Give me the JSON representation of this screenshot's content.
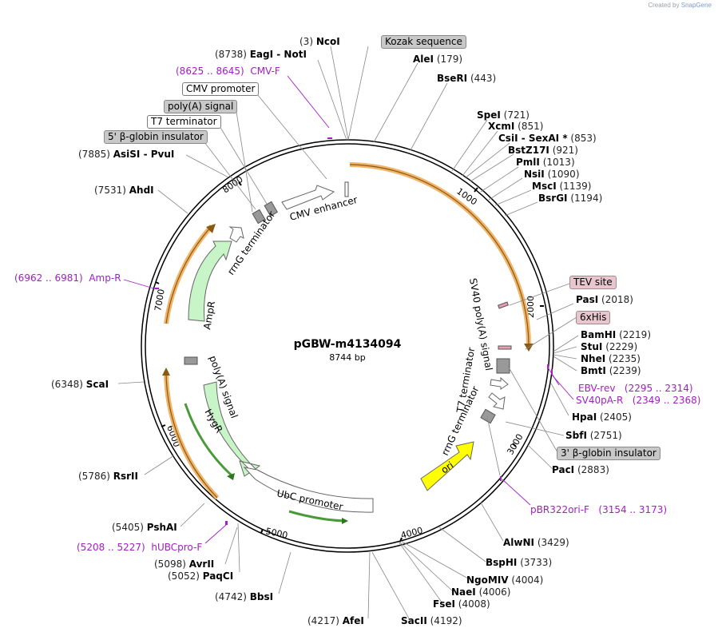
{
  "credit": {
    "prefix": "Created by",
    "brand": "SnapGene"
  },
  "plasmid": {
    "name": "pGBW-m4134094",
    "length": "8744 bp"
  },
  "ruler": [
    "1000",
    "2000",
    "3000",
    "4000",
    "5000",
    "6000",
    "7000",
    "8000"
  ],
  "features": {
    "cmv_enhancer": "CMV enhancer",
    "rrng_terminator_top": "rrnG terminator",
    "ampr": "AmpR",
    "sv40_polya": "SV40 poly(A) signal",
    "t7_terminator": "T7 terminator",
    "rrng_terminator_right": "rrnG terminator",
    "ori": "ori",
    "polya_signal_left": "poly(A) signal",
    "hygr": "HygR",
    "ubc_promoter": "UbC promoter"
  },
  "boxes": {
    "kozak": "Kozak sequence",
    "cmv_promoter": "CMV promoter",
    "polya_signal": "poly(A) signal",
    "t7_terminator": "T7 terminator",
    "beta_globin_5": "5' β-globin insulator",
    "tev_site": "TEV site",
    "his6": "6xHis",
    "beta_globin_3": "3' β-globin insulator"
  },
  "sites": {
    "ncoi": {
      "pos": "(3)",
      "name": "NcoI"
    },
    "eagi_noti": {
      "pos": "(8738)",
      "name": "EagI  -  NotI"
    },
    "alei": {
      "pos": "(179)",
      "name": "AleI"
    },
    "beri": {
      "pos": "(443)",
      "name": "BseRI"
    },
    "spei": {
      "pos": "(721)",
      "name": "SpeI"
    },
    "xcmi": {
      "pos": "(851)",
      "name": "XcmI"
    },
    "csii": {
      "pos": "(853)",
      "name": "CsiI  -  SexAI *"
    },
    "bstz17i": {
      "pos": "(921)",
      "name": "BstZ17I"
    },
    "pmli": {
      "pos": "(1013)",
      "name": "PmlI"
    },
    "nsii": {
      "pos": "(1090)",
      "name": "NsiI"
    },
    "msci": {
      "pos": "(1139)",
      "name": "MscI"
    },
    "bsrgi": {
      "pos": "(1194)",
      "name": "BsrGI"
    },
    "pasi": {
      "pos": "(2018)",
      "name": "PasI"
    },
    "bamhi": {
      "pos": "(2219)",
      "name": "BamHI"
    },
    "stui": {
      "pos": "(2229)",
      "name": "StuI"
    },
    "nhei": {
      "pos": "(2235)",
      "name": "NheI"
    },
    "bmti": {
      "pos": "(2239)",
      "name": "BmtI"
    },
    "hpai": {
      "pos": "(2405)",
      "name": "HpaI"
    },
    "sbfi": {
      "pos": "(2751)",
      "name": "SbfI"
    },
    "paci": {
      "pos": "(2883)",
      "name": "PacI"
    },
    "alwni": {
      "pos": "(3429)",
      "name": "AlwNI"
    },
    "bsphi": {
      "pos": "(3733)",
      "name": "BspHI"
    },
    "ngomiv": {
      "pos": "(4004)",
      "name": "NgoMIV"
    },
    "naei": {
      "pos": "(4006)",
      "name": "NaeI"
    },
    "fsei": {
      "pos": "(4008)",
      "name": "FseI"
    },
    "sacii": {
      "pos": "(4192)",
      "name": "SacII"
    },
    "afei": {
      "pos": "(4217)",
      "name": "AfeI"
    },
    "bbsi": {
      "pos": "(4742)",
      "name": "BbsI"
    },
    "paqci": {
      "pos": "(5052)",
      "name": "PaqCI"
    },
    "avrii": {
      "pos": "(5098)",
      "name": "AvrII"
    },
    "pshai": {
      "pos": "(5405)",
      "name": "PshAI"
    },
    "rsrii": {
      "pos": "(5786)",
      "name": "RsrII"
    },
    "scai": {
      "pos": "(6348)",
      "name": "ScaI"
    },
    "ahdi": {
      "pos": "(7531)",
      "name": "AhdI"
    },
    "asisi_pvui": {
      "pos": "(7885)",
      "name": "AsiSI  -  PvuI"
    }
  },
  "primers": {
    "cmv_f": {
      "range": "(8625 .. 8645)",
      "name": "CMV-F"
    },
    "amp_r": {
      "range": "(6962 .. 6981)",
      "name": "Amp-R"
    },
    "ebv_rev": {
      "name": "EBV-rev",
      "range": "(2295 .. 2314)"
    },
    "sv40pa_r": {
      "name": "SV40pA-R",
      "range": "(2349 .. 2368)"
    },
    "pbr322ori_f": {
      "name": "pBR322ori-F",
      "range": "(3154 .. 3173)"
    },
    "hubcpro_f": {
      "range": "(5208 .. 5227)",
      "name": "hUBCpro-F"
    }
  },
  "colors": {
    "orf": "#f0b46a",
    "feature_green": "#c8f5c8",
    "ori_yellow": "#ffff00",
    "primer_purple": "#a020c0",
    "terminator_grey": "#a0a0a0"
  }
}
